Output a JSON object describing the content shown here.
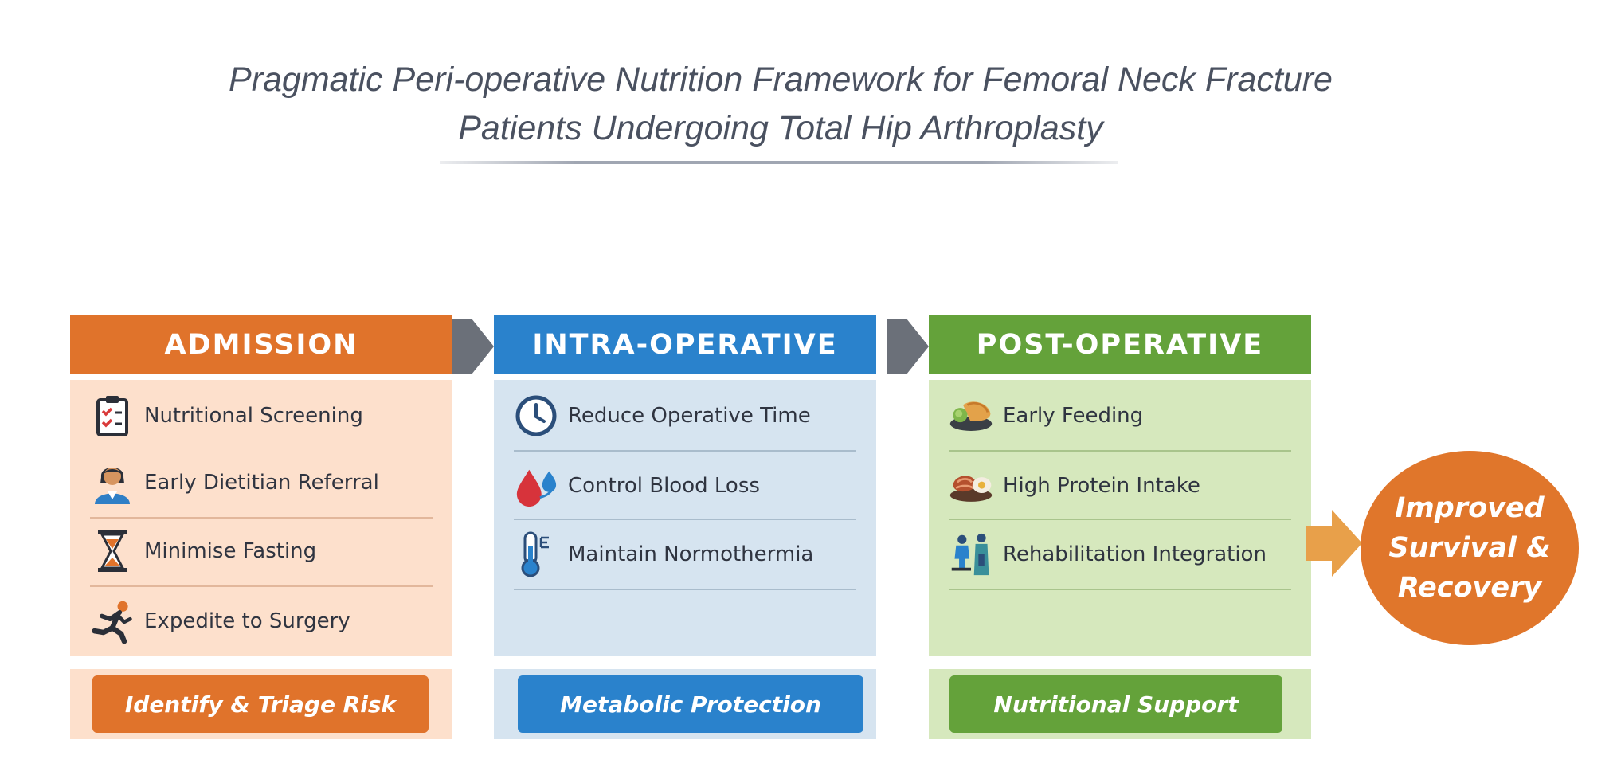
{
  "title": {
    "line1": "Pragmatic Peri-operative Nutrition Framework for Femoral Neck Fracture",
    "line2": "Patients Undergoing Total Hip Arthroplasty"
  },
  "stages": [
    {
      "header": "ADMISSION",
      "items": [
        "Nutritional Screening",
        "Early Dietitian Referral",
        "Minimise Fasting",
        "Expedite to Surgery"
      ],
      "footer": "Identify & Triage Risk",
      "colors": {
        "accent": "#e0732b",
        "body": "#fde0cc",
        "divider": "#e2b79b"
      }
    },
    {
      "header": "INTRA-OPERATIVE",
      "items": [
        "Reduce Operative Time",
        "Control Blood Loss",
        "Maintain Normothermia"
      ],
      "footer": "Metabolic Protection",
      "colors": {
        "accent": "#2a82cc",
        "body": "#d6e4f0",
        "divider": "#a9bccc"
      }
    },
    {
      "header": "POST-OPERATIVE",
      "items": [
        "Early Feeding",
        "High Protein Intake",
        "Rehabilitation Integration"
      ],
      "footer": "Nutritional Support",
      "colors": {
        "accent": "#64a23a",
        "body": "#d6e8bd",
        "divider": "#a9c48c"
      }
    }
  ],
  "icons": {
    "admission": [
      "clipboard-check-icon",
      "dietitian-person-icon",
      "hourglass-icon",
      "running-person-icon"
    ],
    "intra": [
      "clock-icon",
      "blood-drop-icon",
      "thermometer-icon"
    ],
    "post": [
      "food-plate-icon",
      "protein-food-icon",
      "rehab-people-icon"
    ]
  },
  "outcome": {
    "line1": "Improved",
    "line2": "Survival &",
    "line3": "Recovery",
    "color": "#e0762b"
  },
  "colors": {
    "title": "#4a5160",
    "connector_arrow": "#6b7079",
    "outcome_arrow": "#e8a04a"
  }
}
